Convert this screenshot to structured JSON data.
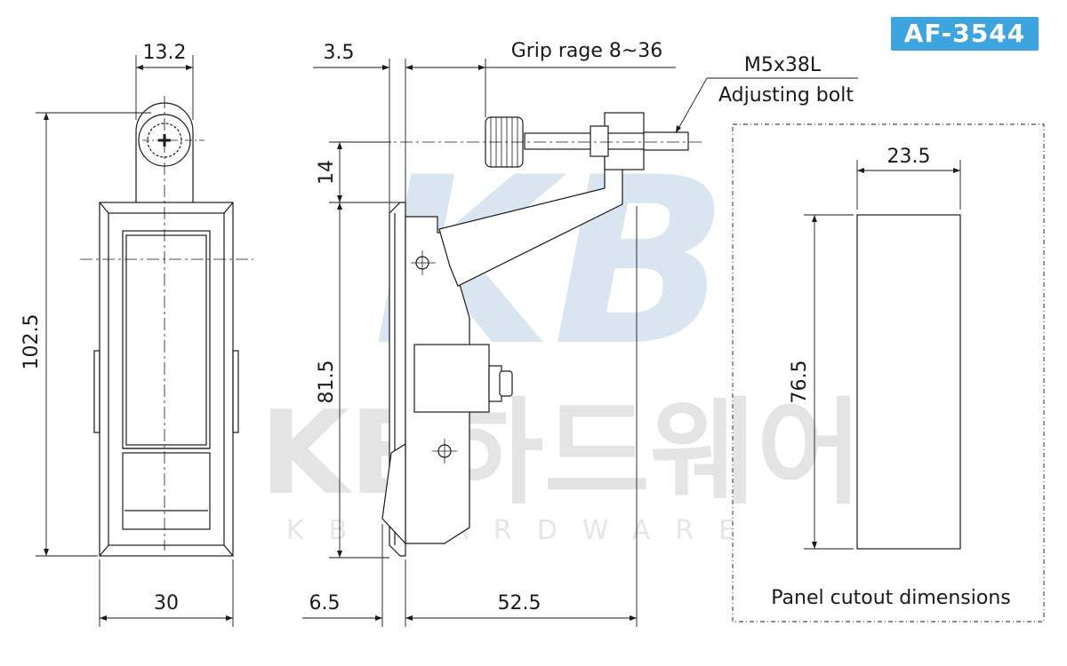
{
  "model_badge": "AF-3544",
  "watermark": {
    "logo": "KB",
    "brand": "KB하드웨어",
    "brand_sub": "KB HARDWARE"
  },
  "dimensions": {
    "top_width": "13.2",
    "total_height": "102.5",
    "bottom_width": "30",
    "gap": "3.5",
    "grip_range": "Grip rage 8~36",
    "bolt_spec": "M5x38L",
    "bolt_name": "Adjusting bolt",
    "offset_14": "14",
    "height_81_5": "81.5",
    "thickness": "6.5",
    "depth": "52.5"
  },
  "cutout": {
    "width": "23.5",
    "height": "76.5",
    "label": "Panel cutout dimensions"
  },
  "colors": {
    "badge": "#3da4dd",
    "line": "#1a1a1a",
    "watermark_logo": "#d9e6f2"
  }
}
